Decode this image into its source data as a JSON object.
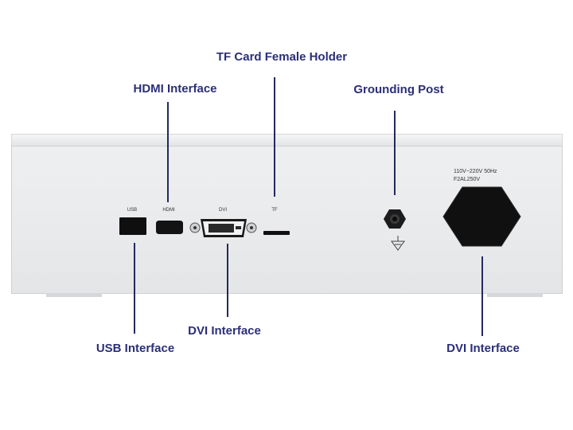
{
  "callouts": {
    "tf_card": "TF Card Female Holder",
    "hdmi": "HDMI Interface",
    "grounding": "Grounding Post",
    "usb": "USB Interface",
    "dvi": "DVI Interface",
    "power": "DVI Interface"
  },
  "panel": {
    "usb_tag": "USB",
    "hdmi_tag": "HDMI",
    "dvi_tag": "DVI",
    "tf_tag": "TF",
    "rating_line1": "110V~220V  50Hz",
    "rating_line2": "F2AL250V"
  },
  "colors": {
    "label_text": "#2b2f78",
    "leader_line": "#232a5e",
    "device_body": "#eaebed",
    "port_black": "#0f0f10"
  }
}
